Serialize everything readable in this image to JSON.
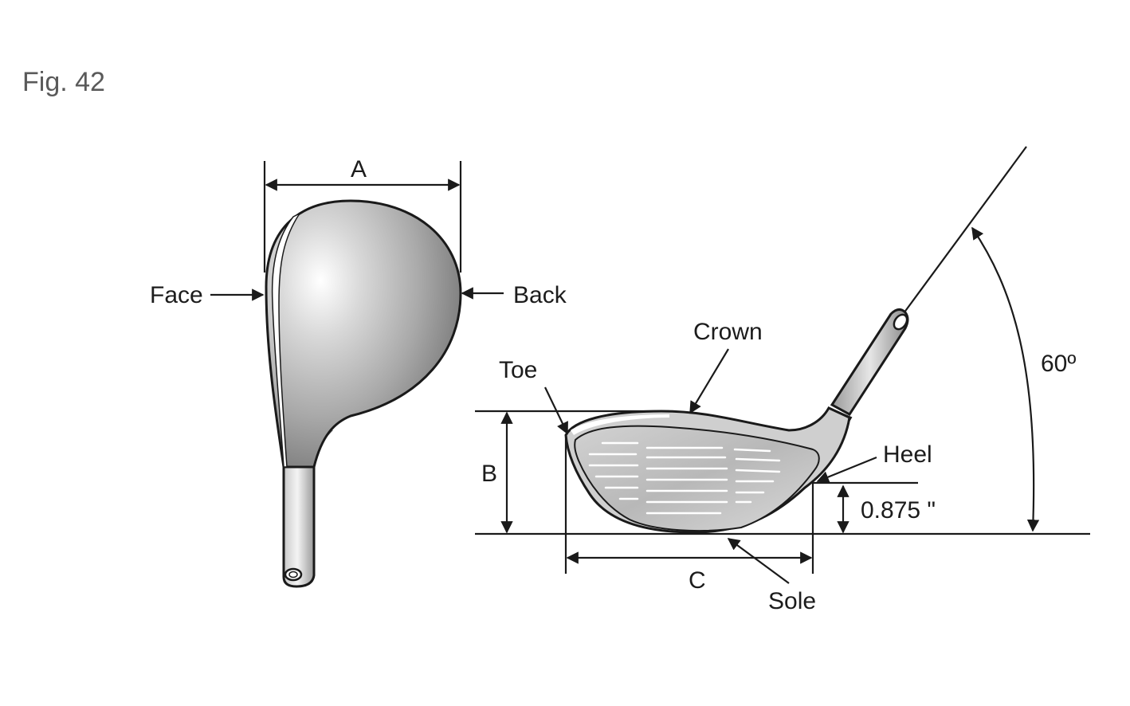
{
  "figure_label": "Fig. 42",
  "top_view": {
    "dimension_a": "A",
    "face": "Face",
    "back": "Back"
  },
  "front_view": {
    "crown": "Crown",
    "toe": "Toe",
    "heel": "Heel",
    "sole": "Sole",
    "dimension_b": "B",
    "dimension_c": "C",
    "heel_height": "0.875 \"",
    "lie_angle": "60º"
  }
}
